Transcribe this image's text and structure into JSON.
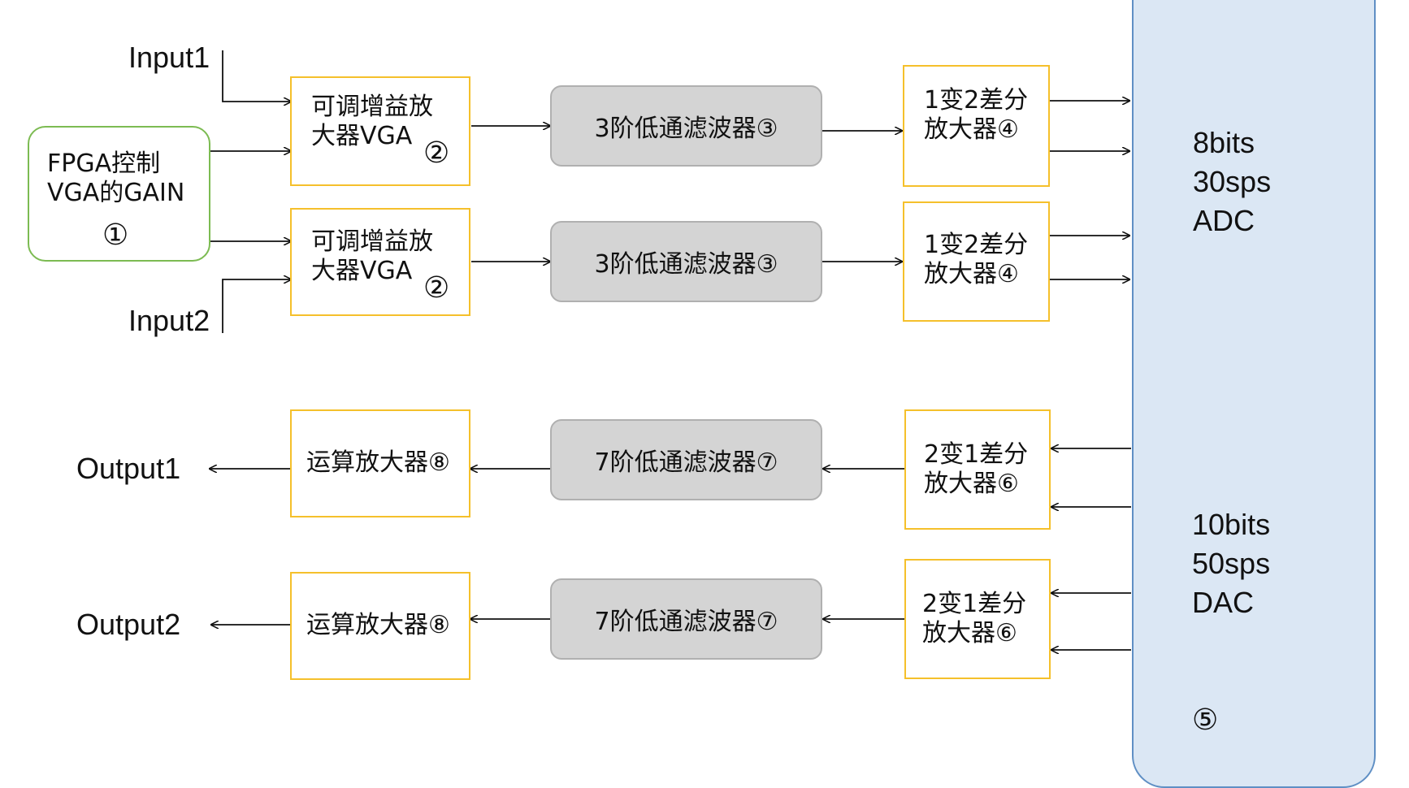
{
  "inputs": {
    "input1": "Input1",
    "input2": "Input2"
  },
  "outputs": {
    "output1": "Output1",
    "output2": "Output2"
  },
  "fpga": {
    "label": "FPGA控制\nVGA的GAIN",
    "number": "①"
  },
  "vga": [
    {
      "label": "可调增益放\n大器VGA",
      "number": "②"
    },
    {
      "label": "可调增益放\n大器VGA",
      "number": "②"
    }
  ],
  "lpf_in": [
    "3阶低通滤波器③",
    "3阶低通滤波器③"
  ],
  "diff_in": [
    "1变2差分\n放大器④",
    "1变2差分\n放大器④"
  ],
  "diff_out": [
    "2变1差分\n放大器⑥",
    "2变1差分\n放大器⑥"
  ],
  "lpf_out": [
    "7阶低通滤波器⑦",
    "7阶低通滤波器⑦"
  ],
  "opamp": [
    "运算放大器⑧",
    "运算放大器⑧"
  ],
  "converter": {
    "adc": "8bits\n30sps\nADC",
    "dac": "10bits\n50sps\nDAC",
    "number": "⑤"
  },
  "colors": {
    "yellow_border": "#f5c02b",
    "green_border": "#7cbb52",
    "gray_fill": "#d4d4d4",
    "blue_fill": "#dbe7f4",
    "blue_border": "#5f8fc4"
  }
}
